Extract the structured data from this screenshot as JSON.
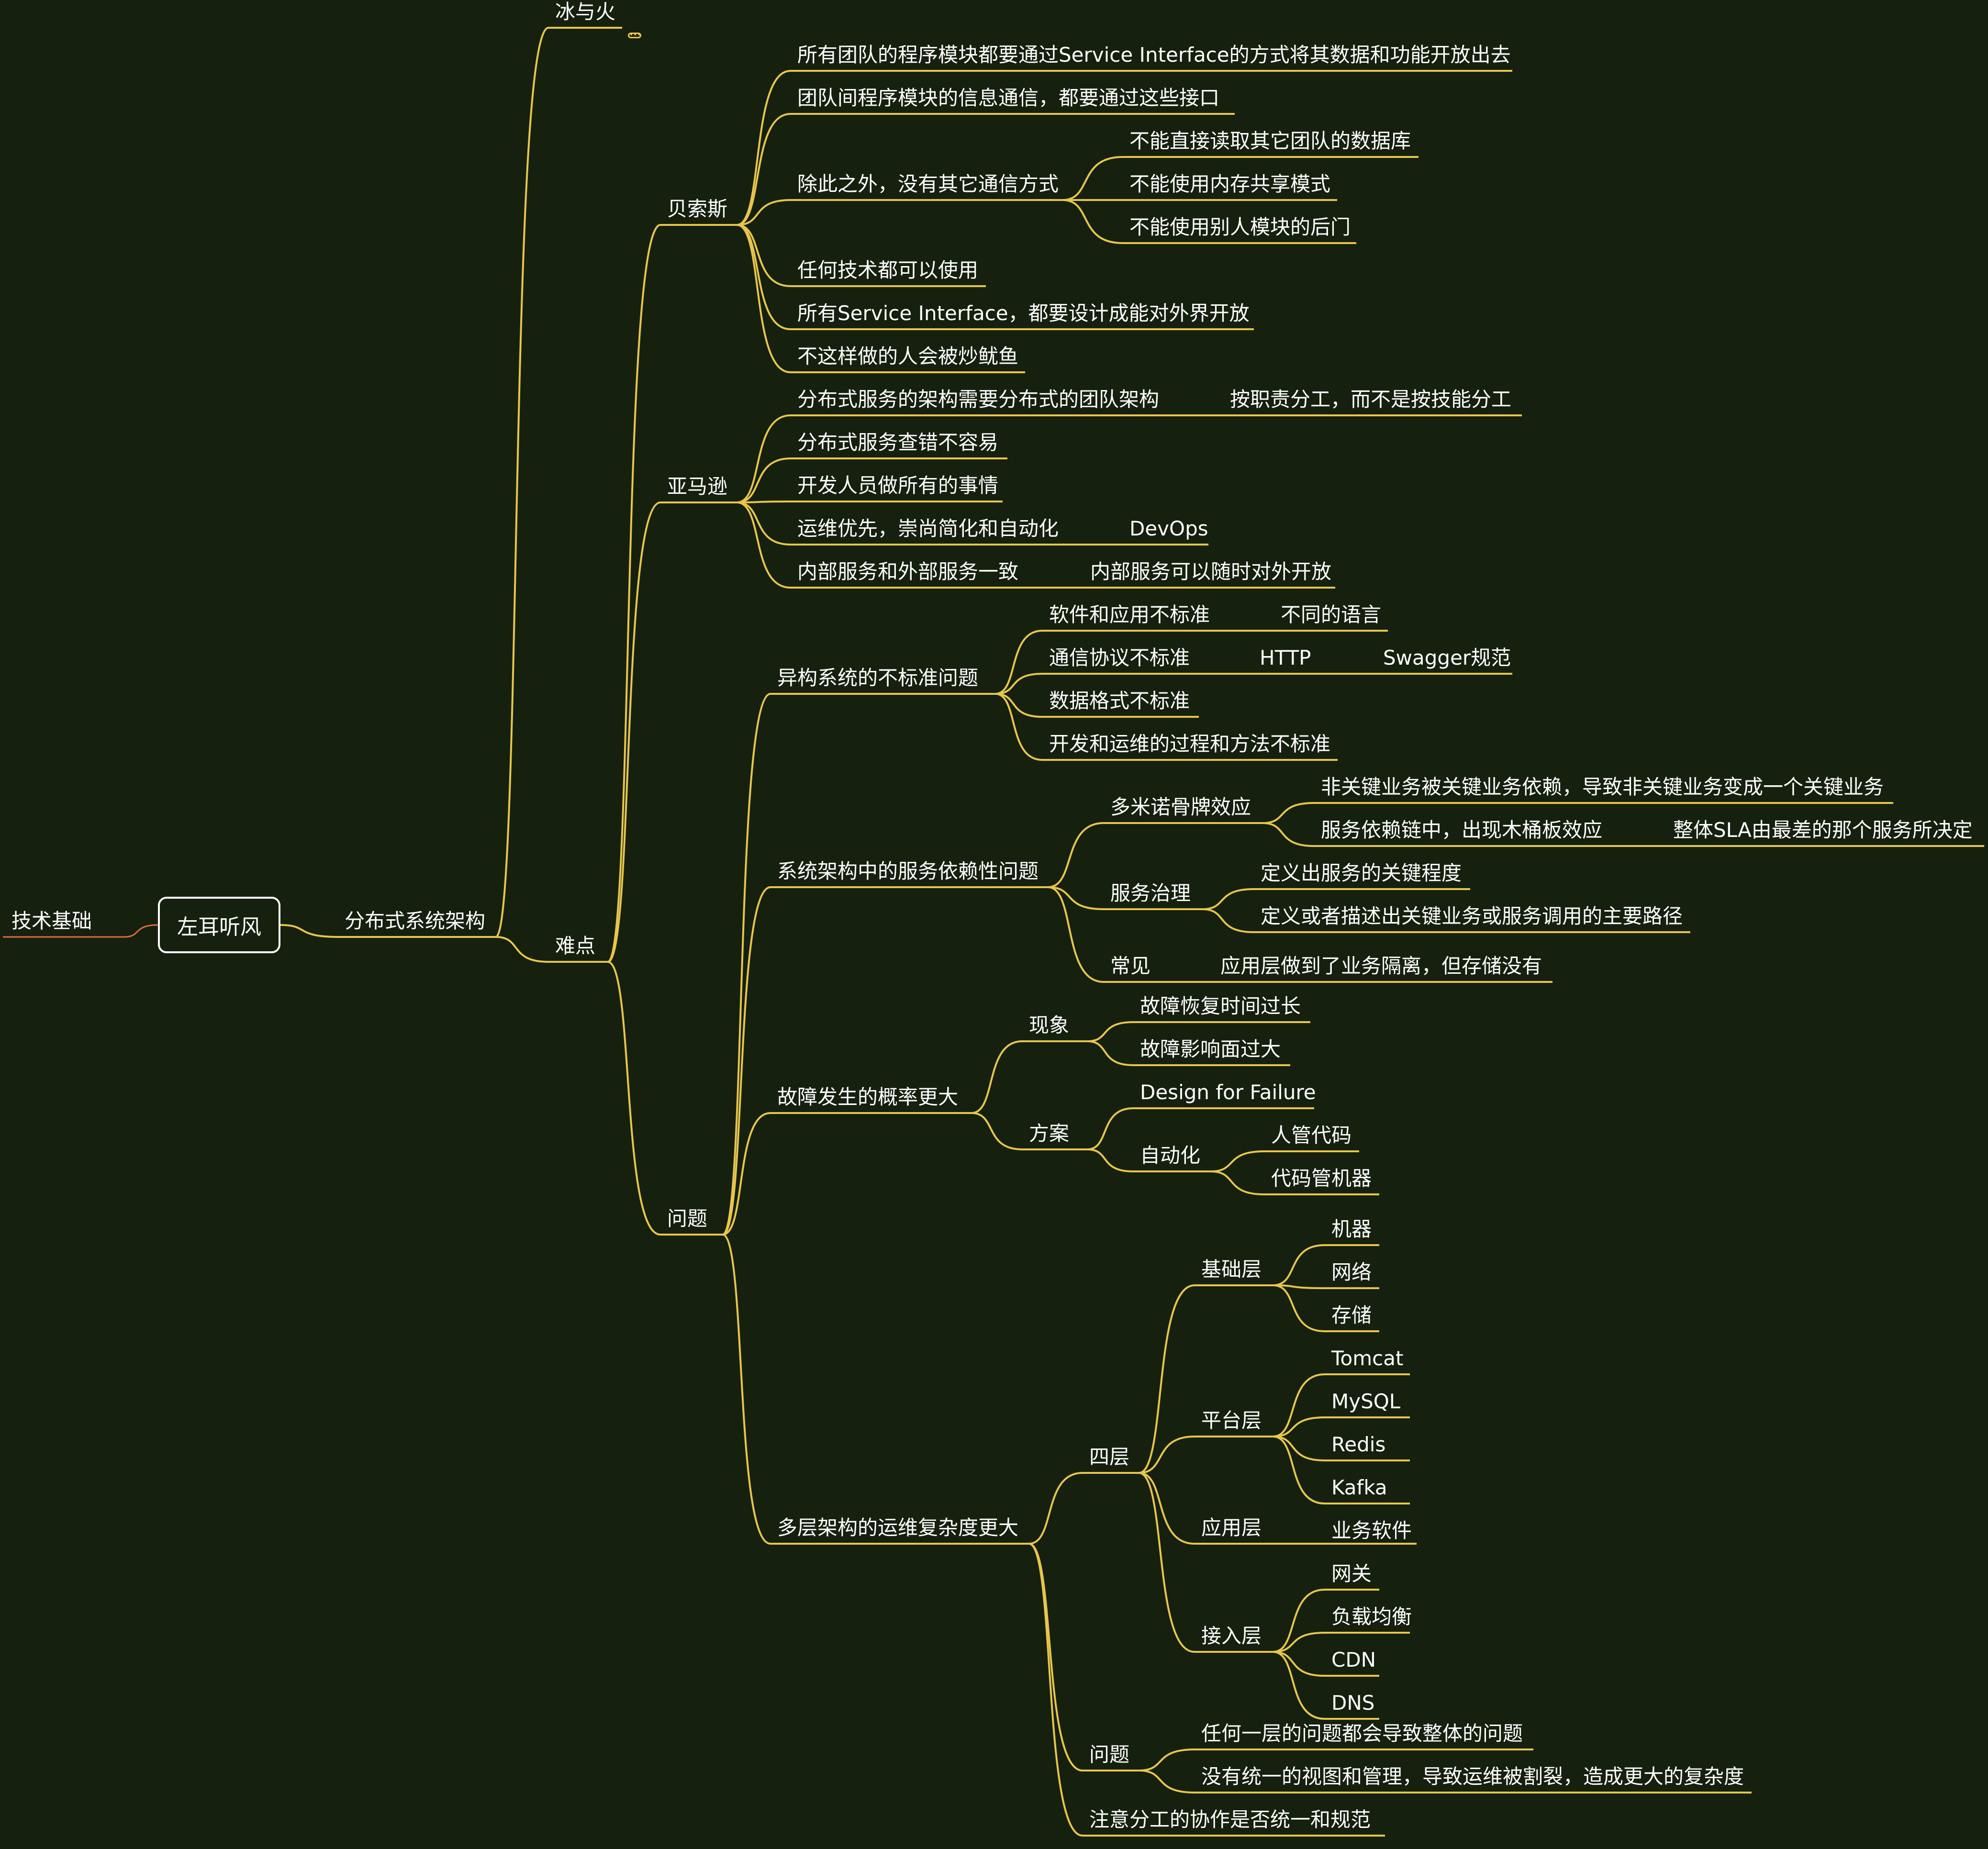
{
  "colors": {
    "background": "#16200f",
    "branch": "#e8c64c",
    "left_branch": "#e06c3c",
    "text": "#ffffff"
  },
  "root": {
    "label": "左耳听风"
  },
  "left": {
    "label": "技术基础"
  },
  "l1": {
    "label": "分布式系统架构"
  },
  "bingyuhuo": {
    "label": "冰与火",
    "collapsed_icon": "ellipsis-icon"
  },
  "nandian": {
    "label": "难点"
  },
  "beisuosi": {
    "label": "贝索斯",
    "items": [
      "所有团队的程序模块都要通过Service Interface的方式将其数据和功能开放出去",
      "团队间程序模块的信息通信，都要通过这些接口",
      "除此之外，没有其它通信方式",
      "任何技术都可以使用",
      "所有Service Interface，都要设计成能对外界开放",
      "不这样做的人会被炒鱿鱼"
    ],
    "sub": [
      "不能直接读取其它团队的数据库",
      "不能使用内存共享模式",
      "不能使用别人模块的后门"
    ]
  },
  "yamaxun": {
    "label": "亚马逊",
    "items": [
      "分布式服务的架构需要分布式的团队架构",
      "分布式服务查错不容易",
      "开发人员做所有的事情",
      "运维优先，崇尚简化和自动化",
      "内部服务和外部服务一致"
    ],
    "ext": [
      "按职责分工，而不是按技能分工",
      "DevOps",
      "内部服务可以随时对外开放"
    ]
  },
  "wenti": {
    "label": "问题",
    "yigou": {
      "label": "异构系统的不标准问题",
      "items": [
        "软件和应用不标准",
        "通信协议不标准",
        "数据格式不标准",
        "开发和运维的过程和方法不标准"
      ],
      "ext": [
        "不同的语言",
        "HTTP",
        "Swagger规范"
      ]
    },
    "yilai": {
      "label": "系统架构中的服务依赖性问题",
      "domino": {
        "label": "多米诺骨牌效应",
        "items": [
          "非关键业务被关键业务依赖，导致非关键业务变成一个关键业务",
          "服务依赖链中，出现木桶板效应"
        ],
        "ext": "整体SLA由最差的那个服务所决定"
      },
      "zhili": {
        "label": "服务治理",
        "items": [
          "定义出服务的关键程度",
          "定义或者描述出关键业务或服务调用的主要路径"
        ]
      },
      "changjian": {
        "label": "常见",
        "ext": "应用层做到了业务隔离，但存储没有"
      }
    },
    "guzhang": {
      "label": "故障发生的概率更大",
      "xianxiang": {
        "label": "现象",
        "items": [
          "故障恢复时间过长",
          "故障影响面过大"
        ]
      },
      "fangan": {
        "label": "方案",
        "design": "Design for Failure",
        "auto": {
          "label": "自动化",
          "items": [
            "人管代码",
            "代码管机器"
          ]
        }
      }
    },
    "duoceng": {
      "label": "多层架构的运维复杂度更大",
      "siceng": {
        "label": "四层",
        "jichu": {
          "label": "基础层",
          "items": [
            "机器",
            "网络",
            "存储"
          ]
        },
        "pingtai": {
          "label": "平台层",
          "items": [
            "Tomcat",
            "MySQL",
            "Redis",
            "Kafka"
          ]
        },
        "yingyong": {
          "label": "应用层",
          "items": [
            "业务软件"
          ]
        },
        "jieru": {
          "label": "接入层",
          "items": [
            "网关",
            "负载均衡",
            "CDN",
            "DNS"
          ]
        }
      },
      "wenti2": {
        "label": "问题",
        "items": [
          "任何一层的问题都会导致整体的问题",
          "没有统一的视图和管理，导致运维被割裂，造成更大的复杂度"
        ]
      },
      "fengong": "注意分工的协作是否统一和规范"
    }
  }
}
